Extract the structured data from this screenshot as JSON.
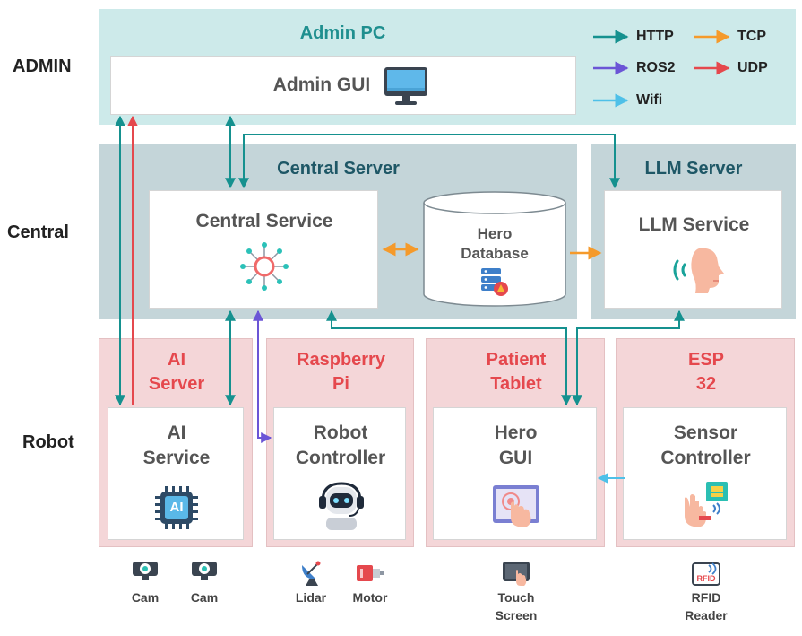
{
  "tiers": {
    "admin": "ADMIN",
    "central": "Central",
    "robot": "Robot"
  },
  "admin_pc": {
    "title": "Admin PC",
    "gui_label": "Admin GUI"
  },
  "central_server": {
    "title": "Central Server",
    "service_label": "Central Service",
    "db_line1": "Hero",
    "db_line2": "Database"
  },
  "llm_server": {
    "title": "LLM Server",
    "service_label": "LLM Service"
  },
  "robot": {
    "ai_server": {
      "title_line1": "AI",
      "title_line2": "Server",
      "service_line1": "AI",
      "service_line2": "Service",
      "chip_text": "AI"
    },
    "raspberry_pi": {
      "title_line1": "Raspberry",
      "title_line2": "Pi",
      "service_line1": "Robot",
      "service_line2": "Controller"
    },
    "patient_tablet": {
      "title_line1": "Patient",
      "title_line2": "Tablet",
      "service_line1": "Hero",
      "service_line2": "GUI"
    },
    "esp32": {
      "title_line1": "ESP",
      "title_line2": "32",
      "service_line1": "Sensor",
      "service_line2": "Controller"
    }
  },
  "legend": {
    "http": "HTTP",
    "tcp": "TCP",
    "ros2": "ROS2",
    "udp": "UDP",
    "wifi": "Wifi"
  },
  "colors": {
    "http": "#15918f",
    "tcp": "#f59a2b",
    "ros2": "#6b55d6",
    "udp": "#e5484d",
    "wifi": "#4ec0e8"
  },
  "devices": {
    "cam1": "Cam",
    "cam2": "Cam",
    "lidar": "Lidar",
    "motor": "Motor",
    "touch_line1": "Touch",
    "touch_line2": "Screen",
    "rfid_line1": "RFID",
    "rfid_line2": "Reader",
    "rfid_tag": "RFID"
  },
  "icons": [
    "monitor-icon",
    "network-hub-icon",
    "database-icon",
    "speaking-head-icon",
    "ai-chip-icon",
    "robot-head-icon",
    "touch-tablet-icon",
    "rfid-hand-icon",
    "camera-icon",
    "lidar-dish-icon",
    "motor-icon",
    "touch-screen-icon",
    "rfid-reader-icon"
  ]
}
